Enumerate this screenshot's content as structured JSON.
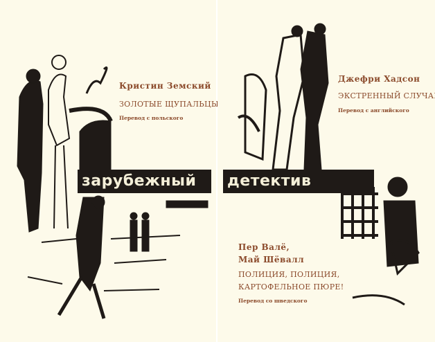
{
  "series_title": [
    "зарубежный",
    "детектив"
  ],
  "books": [
    {
      "author": "Кристин Земский",
      "title": "ЗОЛОТЫЕ ЩУПАЛЬЦЫ",
      "translation": "Перевод с польского"
    },
    {
      "author": "Джефри Хадсон",
      "title": "ЭКСТРЕННЫЙ СЛУЧАЙ",
      "translation": "Перевод с английского"
    },
    {
      "author_lines": [
        "Пер Валё,",
        "Май Шёвалл"
      ],
      "title_lines": [
        "ПОЛИЦИЯ, ПОЛИЦИЯ,",
        "КАРТОФЕЛЬНОЕ ПЮРЕ!"
      ],
      "translation": "Перевод со шведского"
    }
  ],
  "colors": {
    "paper": "#fdfaea",
    "ink": "#1f1a17",
    "text": "#8b4a2b"
  }
}
